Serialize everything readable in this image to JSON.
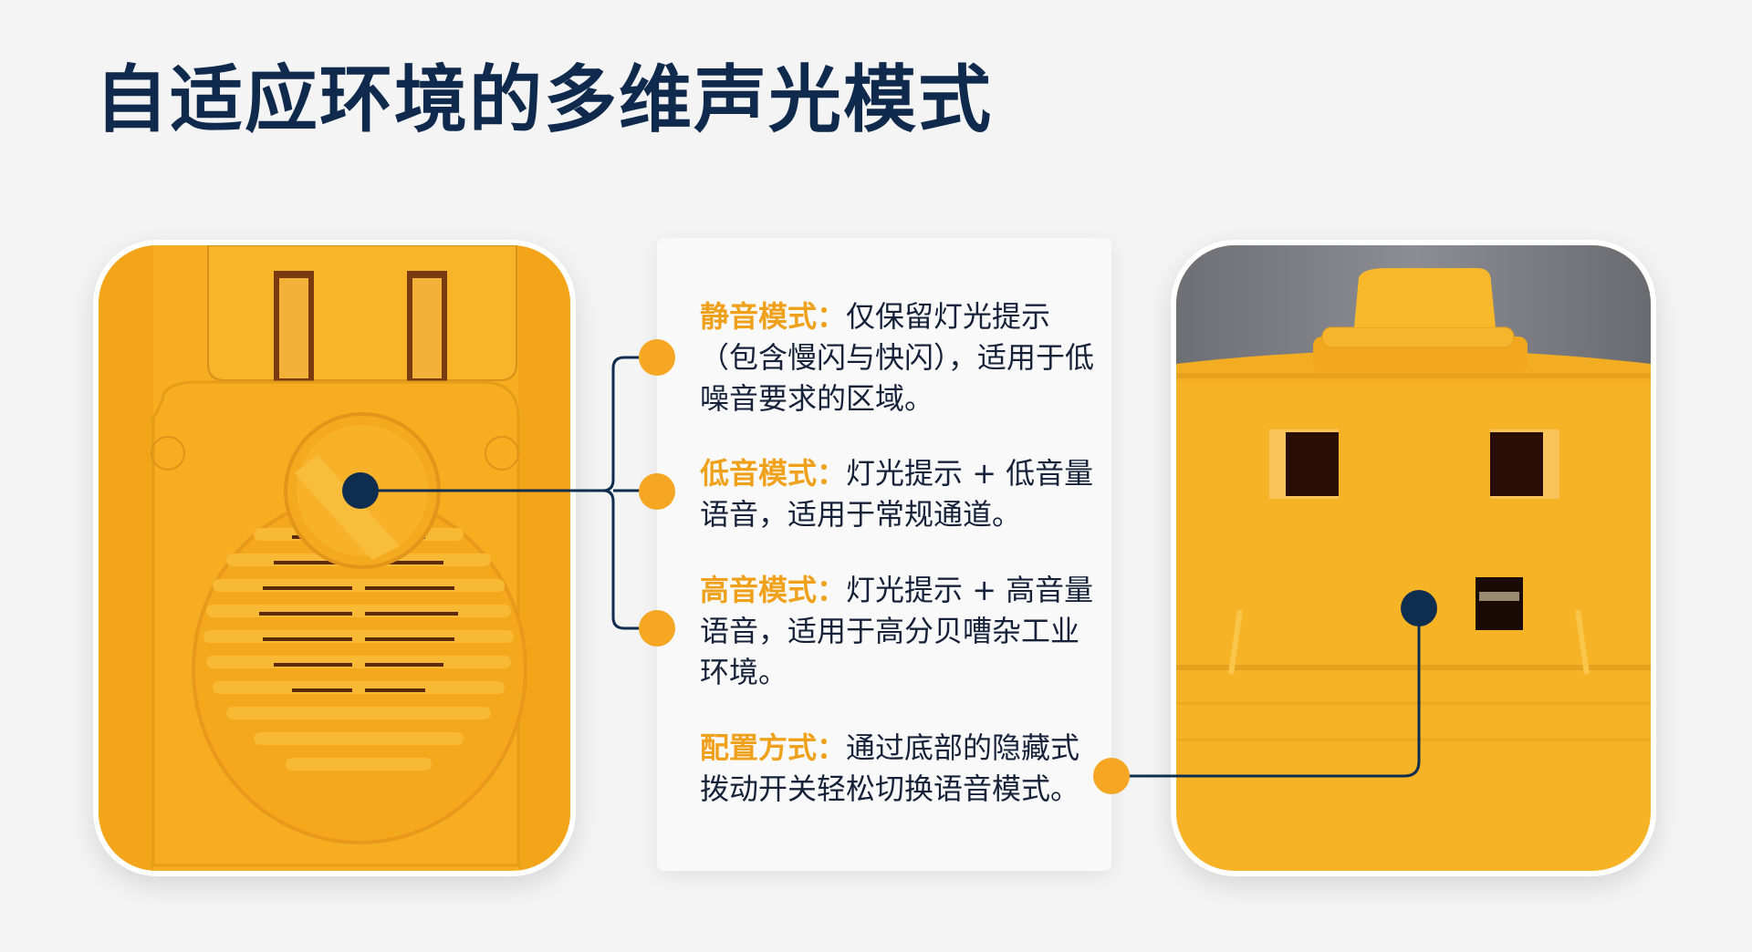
{
  "title": "自适应环境的多维声光模式",
  "modes": [
    {
      "label": "静音模式：",
      "text": "仅保留灯光提示（包含慢闪与快闪），适用于低噪音要求的区域。"
    },
    {
      "label": "低音模式：",
      "text": "灯光提示 + 低音量语音，适用于常规通道。"
    },
    {
      "label": "高音模式：",
      "text": "灯光提示 + 高音量语音，适用于高分贝嘈杂工业环境。"
    },
    {
      "label": "配置方式：",
      "text": "通过底部的隐藏式拨动开关轻松切换语音模式。"
    }
  ],
  "colors": {
    "navy": "#0f2d4f",
    "accent": "#f5a623",
    "device_yellow": "#f6b224"
  }
}
